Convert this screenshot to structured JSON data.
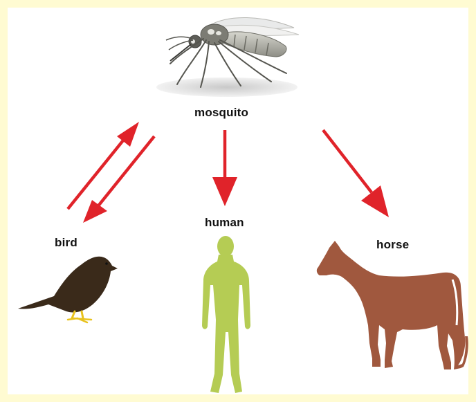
{
  "labels": {
    "mosquito": "mosquito",
    "bird": "bird",
    "human": "human",
    "horse": "horse"
  },
  "colors": {
    "frame": "#fffbd2",
    "arrow": "#e0232a",
    "bird": "#3a2a1a",
    "bird_feet": "#e8c21c",
    "human": "#b5cc54",
    "horse": "#a0583e",
    "mosquito": "#8c8c84"
  },
  "edges": [
    {
      "from": "bird",
      "to": "mosquito"
    },
    {
      "from": "mosquito",
      "to": "bird"
    },
    {
      "from": "mosquito",
      "to": "human"
    },
    {
      "from": "mosquito",
      "to": "horse"
    }
  ]
}
